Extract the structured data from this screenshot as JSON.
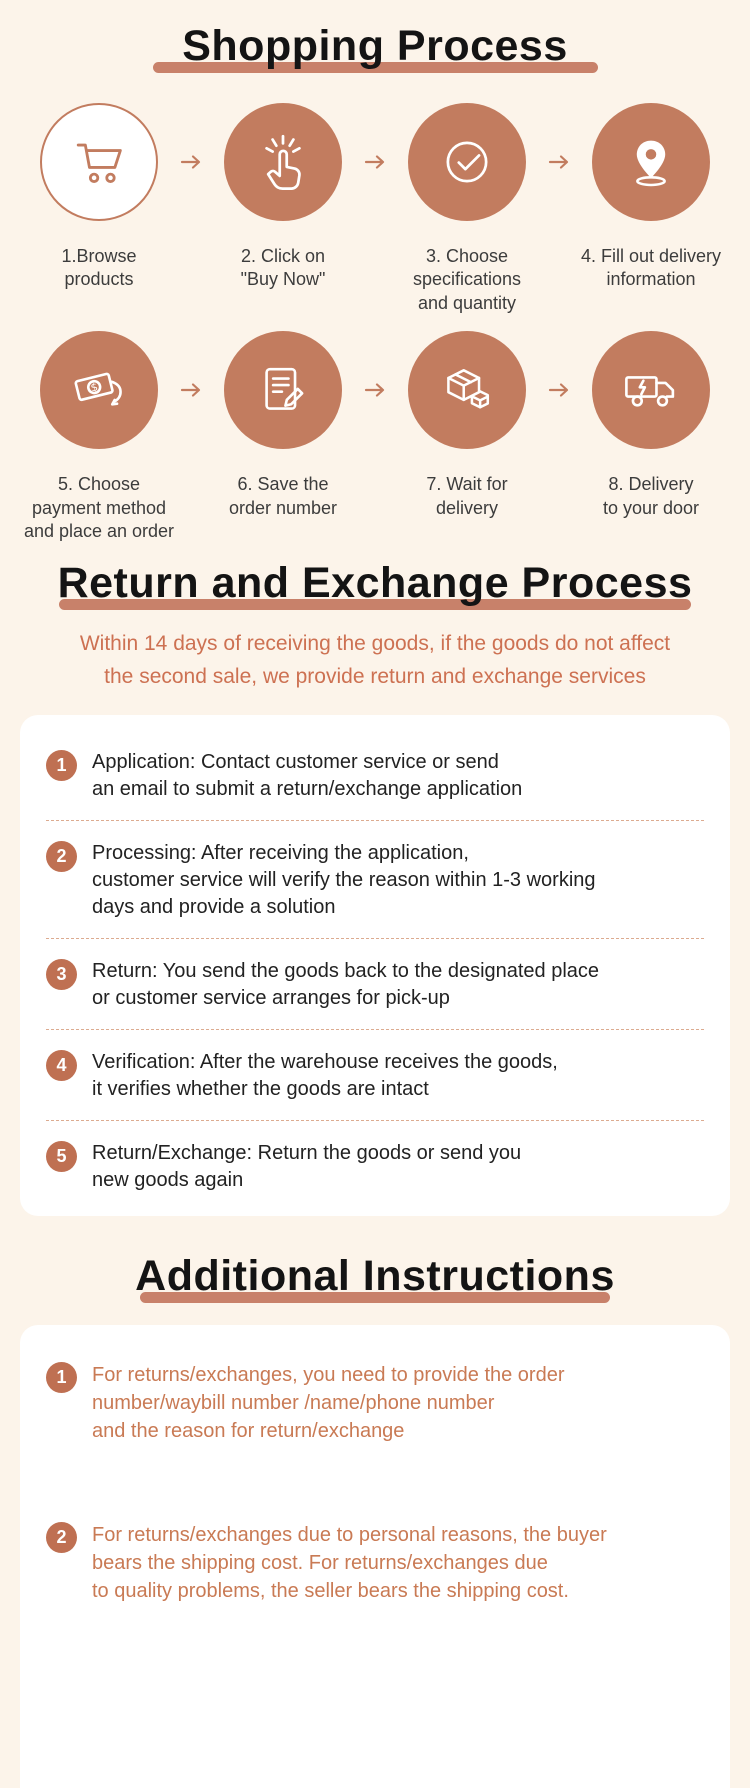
{
  "colors": {
    "background": "#fcf4ea",
    "accent": "#c27c5f",
    "title_bar": "#c8816a",
    "card_background": "#ffffff",
    "subtitle_text": "#cd7152",
    "body_text": "#222222",
    "additional_text": "#c97a54"
  },
  "shopping": {
    "title": "Shopping Process",
    "steps": [
      {
        "label": "1.Browse\nproducts",
        "icon": "cart-icon"
      },
      {
        "label": "2. Click on\n\"Buy Now\"",
        "icon": "tap-click-icon"
      },
      {
        "label": "3. Choose\nspecifications\nand quantity",
        "icon": "check-circle-icon"
      },
      {
        "label": "4. Fill out delivery\ninformation",
        "icon": "location-pin-icon"
      },
      {
        "label": "5. Choose\npayment method\nand place an order",
        "icon": "payment-money-icon"
      },
      {
        "label": "6. Save the\norder number",
        "icon": "order-note-icon"
      },
      {
        "label": "7. Wait for\ndelivery",
        "icon": "package-icon"
      },
      {
        "label": "8. Delivery\nto your door",
        "icon": "delivery-truck-icon"
      }
    ]
  },
  "returns": {
    "title": "Return and Exchange Process",
    "subtitle": "Within 14 days of receiving the goods, if the goods do not affect\nthe second sale, we provide return and exchange services",
    "steps": [
      {
        "num": "1",
        "text": "Application: Contact customer service or send\nan email to submit a return/exchange application"
      },
      {
        "num": "2",
        "text": "Processing: After receiving the application,\ncustomer service will verify the reason within 1-3 working\ndays and provide a solution"
      },
      {
        "num": "3",
        "text": "Return: You send the goods back to the designated place\nor customer service arranges for pick-up"
      },
      {
        "num": "4",
        "text": "Verification: After the warehouse receives the goods,\nit verifies whether the goods are intact"
      },
      {
        "num": "5",
        "text": "Return/Exchange: Return the goods or send you\nnew goods again"
      }
    ]
  },
  "additional": {
    "title": "Additional Instructions",
    "items": [
      {
        "num": "1",
        "text": "For returns/exchanges, you need to provide the order\nnumber/waybill number /name/phone number\nand the reason for return/exchange"
      },
      {
        "num": "2",
        "text": "For returns/exchanges due to personal reasons, the buyer\nbears the shipping cost. For returns/exchanges due\nto quality problems, the seller bears the shipping cost."
      }
    ]
  }
}
